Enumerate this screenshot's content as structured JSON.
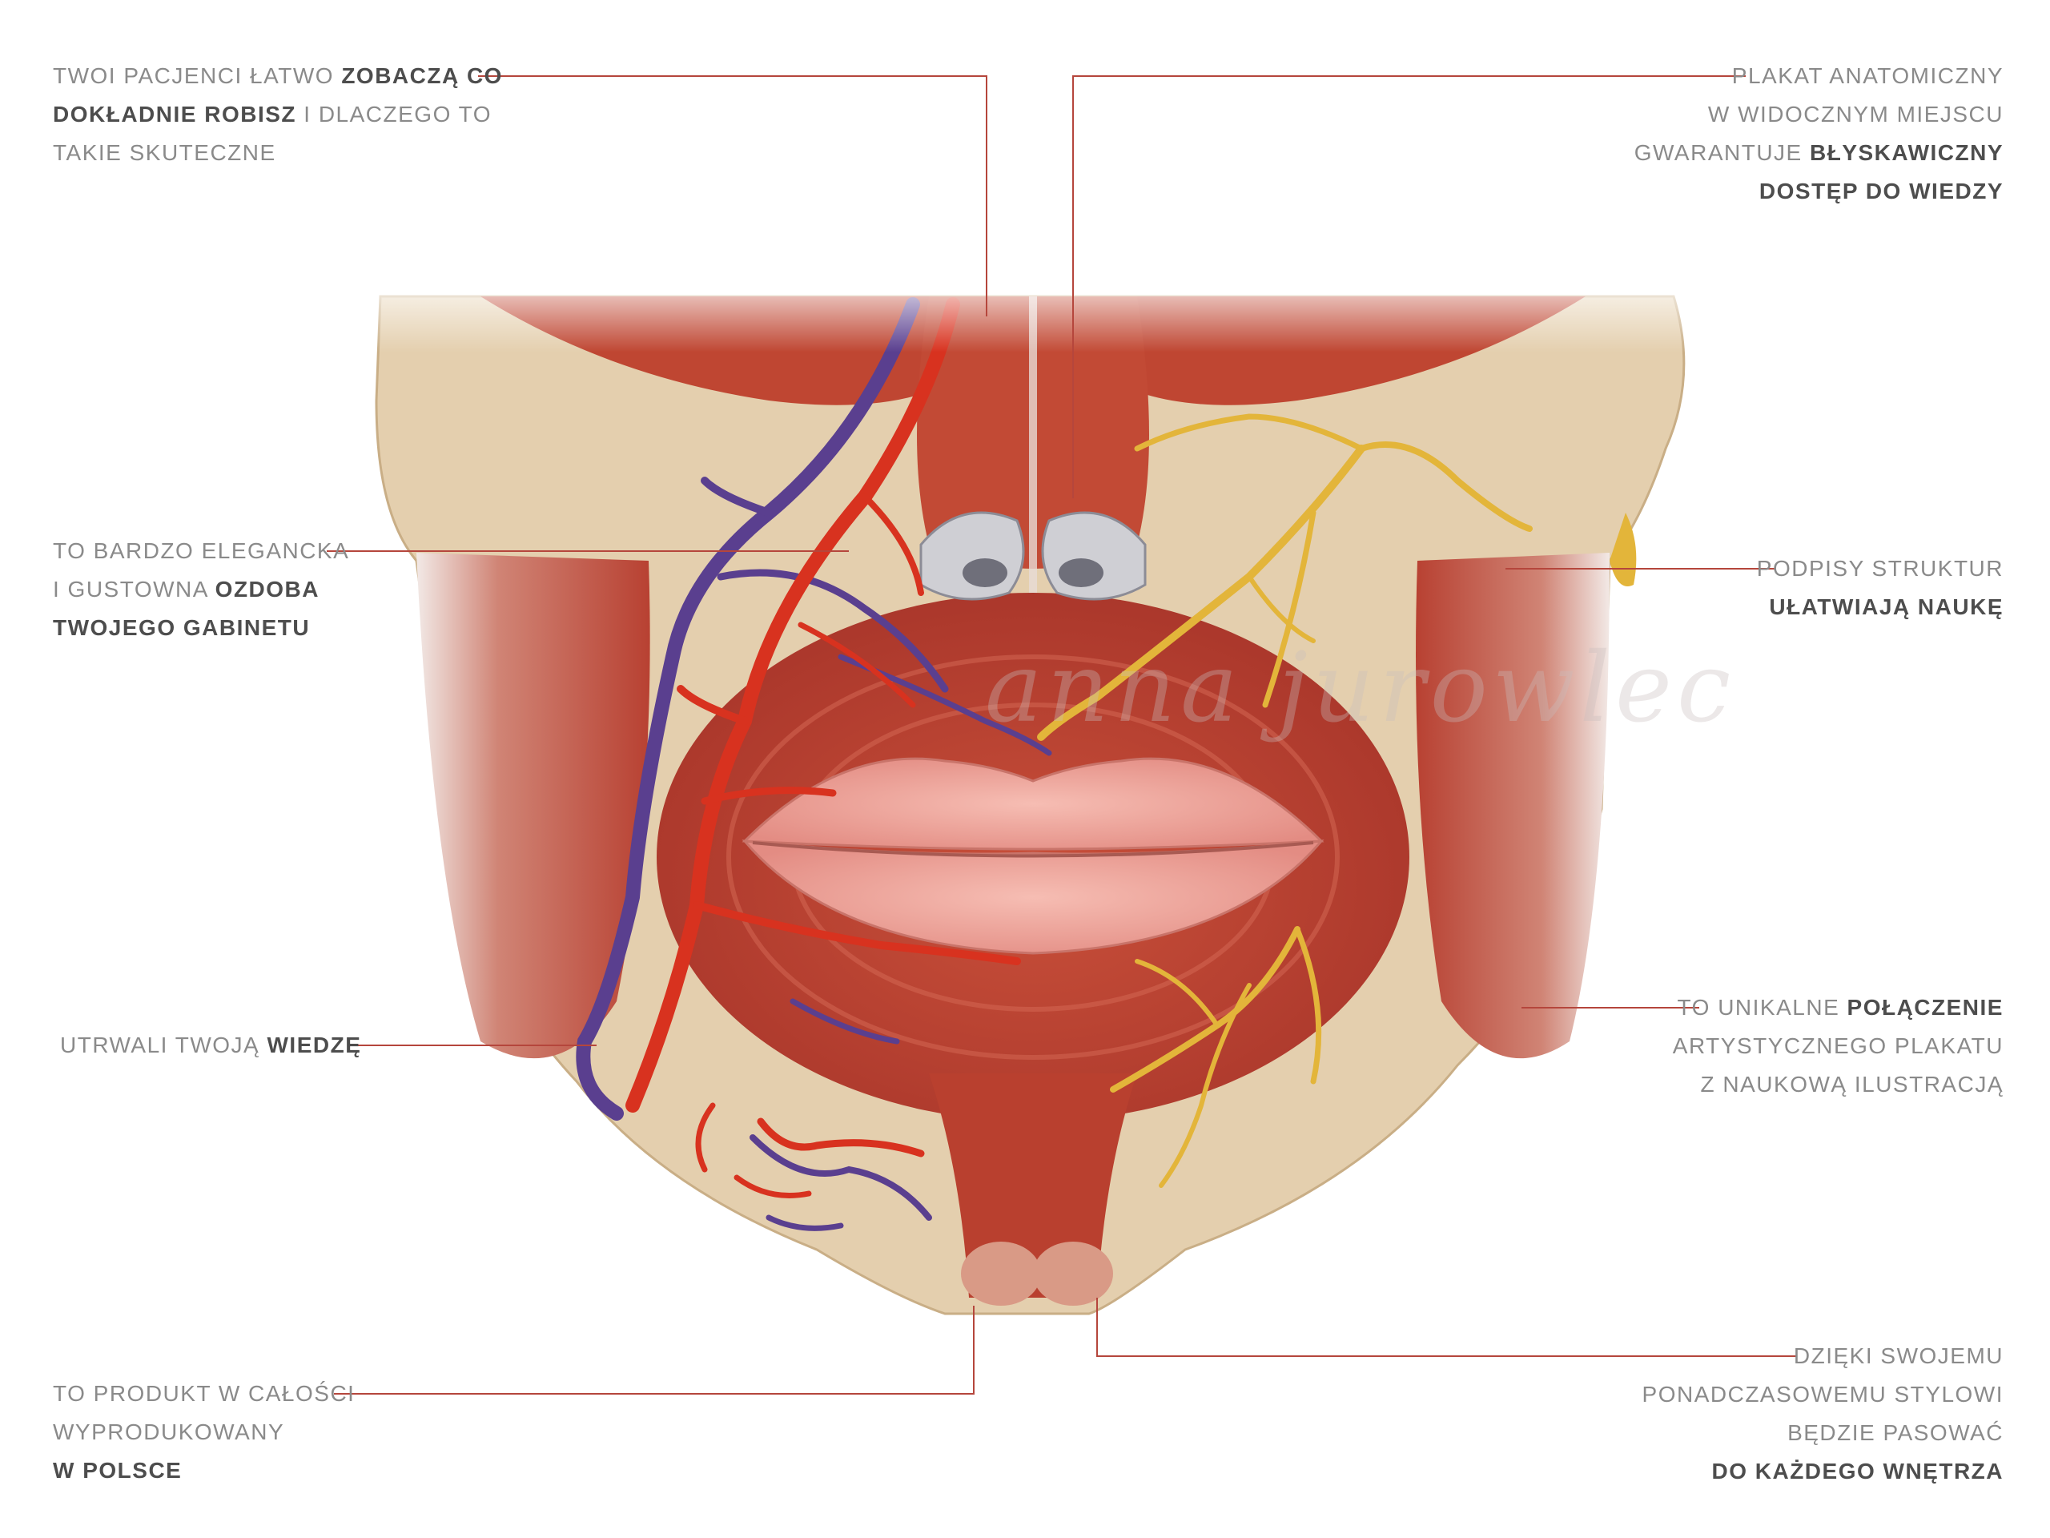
{
  "callouts": [
    {
      "id": "top-left",
      "align": "left",
      "lines": [
        [
          {
            "t": "TWOI PACJENCI ŁATWO ",
            "b": false
          },
          {
            "t": "ZOBACZĄ CO",
            "b": true
          }
        ],
        [
          {
            "t": "DOKŁADNIE ROBISZ",
            "b": true
          },
          {
            "t": " I DLACZEGO TO",
            "b": false
          }
        ],
        [
          {
            "t": "TAKIE SKUTECZNE",
            "b": false
          }
        ]
      ]
    },
    {
      "id": "top-right",
      "align": "right",
      "lines": [
        [
          {
            "t": "PLAKAT ANATOMICZNY",
            "b": false
          }
        ],
        [
          {
            "t": "W WIDOCZNYM MIEJSCU",
            "b": false
          }
        ],
        [
          {
            "t": "GWARANTUJE ",
            "b": false
          },
          {
            "t": "BŁYSKAWICZNY",
            "b": true
          }
        ],
        [
          {
            "t": "DOSTĘP DO WIEDZY",
            "b": true
          }
        ]
      ]
    },
    {
      "id": "mid-left",
      "align": "left",
      "lines": [
        [
          {
            "t": "TO BARDZO ELEGANCKA",
            "b": false
          }
        ],
        [
          {
            "t": "I GUSTOWNA ",
            "b": false
          },
          {
            "t": "OZDOBA",
            "b": true
          }
        ],
        [
          {
            "t": "TWOJEGO GABINETU",
            "b": true
          }
        ]
      ]
    },
    {
      "id": "mid-right",
      "align": "right",
      "lines": [
        [
          {
            "t": "PODPISY STRUKTUR",
            "b": false
          }
        ],
        [
          {
            "t": "UŁATWIAJĄ NAUKĘ",
            "b": true
          }
        ]
      ]
    },
    {
      "id": "lower-left",
      "align": "left",
      "lines": [
        [
          {
            "t": "UTRWALI TWOJĄ ",
            "b": false
          },
          {
            "t": "WIEDZĘ",
            "b": true
          }
        ]
      ]
    },
    {
      "id": "lower-right",
      "align": "right",
      "lines": [
        [
          {
            "t": "TO UNIKALNE ",
            "b": false
          },
          {
            "t": "POŁĄCZENIE",
            "b": true
          }
        ],
        [
          {
            "t": "ARTYSTYCZNEGO PLAKATU",
            "b": false
          }
        ],
        [
          {
            "t": "Z NAUKOWĄ ILUSTRACJĄ",
            "b": false
          }
        ]
      ]
    },
    {
      "id": "bottom-left",
      "align": "left",
      "lines": [
        [
          {
            "t": "TO PRODUKT W CAŁOŚCI",
            "b": false
          }
        ],
        [
          {
            "t": "WYPRODUKOWANY",
            "b": false
          }
        ],
        [
          {
            "t": "W POLSCE",
            "b": true
          }
        ]
      ]
    },
    {
      "id": "bottom-right",
      "align": "right",
      "lines": [
        [
          {
            "t": "DZIĘKI SWOJEMU",
            "b": false
          }
        ],
        [
          {
            "t": "PONADCZASOWEMU STYLOWI",
            "b": false
          }
        ],
        [
          {
            "t": "BĘDZIE PASOWAĆ",
            "b": false
          }
        ],
        [
          {
            "t": "DO KAŻDEGO WNĘTRZA",
            "b": true
          }
        ]
      ]
    }
  ],
  "watermark": "anna jurowlec",
  "colors": {
    "text": "#8a8a8a",
    "text_bold": "#4d4d4d",
    "leader": "#b5463c",
    "muscle": "#c0432f",
    "bone": "#e6d2b4",
    "artery": "#d8321f",
    "vein": "#5a3f8f",
    "nerve": "#e3b53a",
    "lips": "#f0a9a0"
  }
}
